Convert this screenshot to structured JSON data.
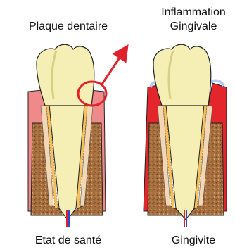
{
  "labels": {
    "left_top": "Plaque dentaire",
    "right_top_line1": "Inflammation",
    "right_top_line2": "Gingivale",
    "left_bottom": "Etat de santé",
    "right_bottom": "Gingivite"
  },
  "colors": {
    "enamel": "#f5efb5",
    "gum_healthy": "#f08a8a",
    "gum_inflamed": "#e3262b",
    "bone": "#b07a4a",
    "highlight_circle": "#e0202a",
    "nerve_red": "#e0202a",
    "nerve_blue": "#2a4bd8",
    "plaque": "#b8c9f0"
  }
}
